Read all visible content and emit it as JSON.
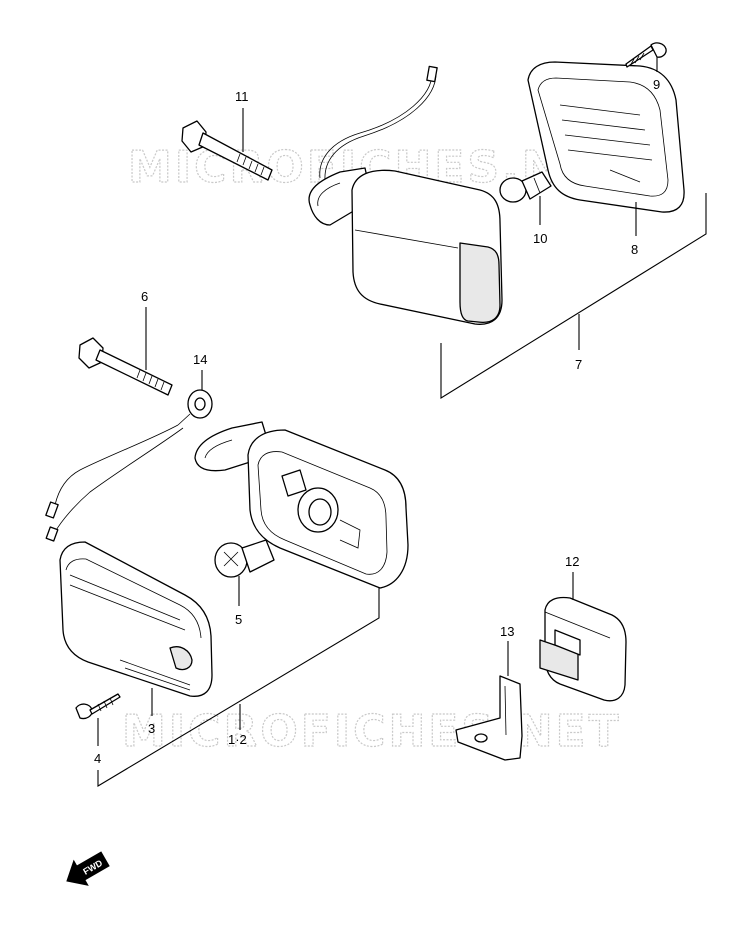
{
  "watermarks": [
    "MICROFICHES.NET",
    "MICROFICHES.NET"
  ],
  "callouts": {
    "p1_2": "1·2",
    "p3": "3",
    "p4": "4",
    "p5": "5",
    "p6": "6",
    "p7": "7",
    "p8": "8",
    "p9": "9",
    "p10": "10",
    "p11": "11",
    "p12": "12",
    "p13": "13",
    "p14": "14"
  },
  "direction_badge": {
    "text": "FWD",
    "icon": "forward-arrow-icon"
  }
}
